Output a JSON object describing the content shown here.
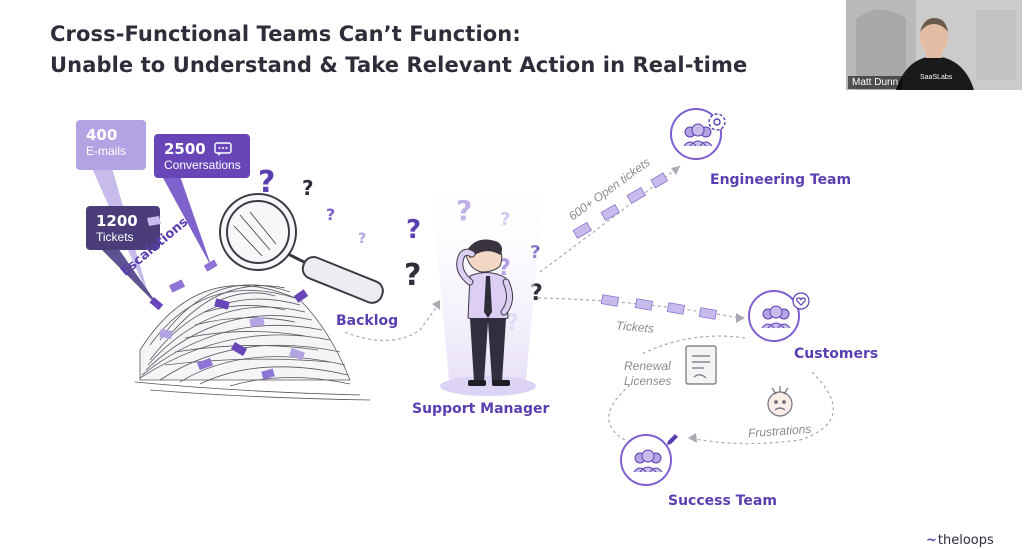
{
  "title": {
    "line1": "Cross-Functional Teams Can’t Function:",
    "line2": "Unable to Understand & Take Relevant Action in Real-time"
  },
  "stats": {
    "emails": {
      "value": "400",
      "label": "E-mails"
    },
    "conversations": {
      "value": "2500",
      "label": "Conversations"
    },
    "tickets": {
      "value": "1200",
      "label": "Tickets"
    }
  },
  "labels": {
    "escalations": "Escalations",
    "backlog": "Backlog",
    "support_manager": "Support Manager",
    "open_tickets": "600+ Open tickets",
    "engineering_team": "Engineering Team",
    "tickets_flow": "Tickets",
    "customers": "Customers",
    "renewal": "Renewal",
    "licenses": "Licenses",
    "frustrations": "Frustrations",
    "success_team": "Success Team"
  },
  "video": {
    "name": "Matt Dunn",
    "shirt_text": "SaaSLabs"
  },
  "logo": {
    "text": "theloops"
  },
  "colors": {
    "purple_dark": "#5a3fb0",
    "purple_light": "#b4a3e3",
    "purple_mid": "#6846b8",
    "purple_navy": "#4a3d79",
    "text_dark": "#2e2e3a"
  },
  "icons": [
    "chat-bubble-icon",
    "ticket-icon",
    "magnifier-icon",
    "gear-icon",
    "heart-icon",
    "pencil-icon",
    "people-group-icon",
    "license-document-icon",
    "frustrated-face-icon",
    "question-mark-icon"
  ]
}
